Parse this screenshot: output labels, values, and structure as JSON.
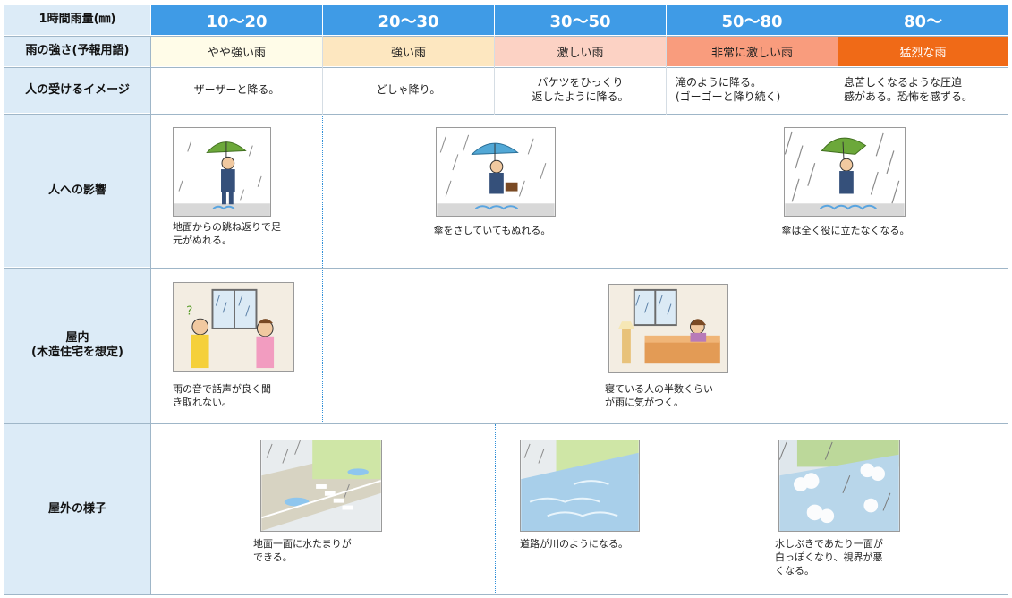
{
  "header": {
    "rainfall_label": "1時間雨量(㎜)",
    "ranges": [
      "10〜20",
      "20〜30",
      "30〜50",
      "50〜80",
      "80〜"
    ]
  },
  "rows": {
    "intensity_label": "雨の強さ(予報用語)",
    "intensity": [
      "やや強い雨",
      "強い雨",
      "激しい雨",
      "非常に激しい雨",
      "猛烈な雨"
    ],
    "image_label": "人の受けるイメージ",
    "images": [
      "ザーザーと降る。",
      "どしゃ降り。",
      "バケツをひっくり\n返したように降る。",
      "滝のように降る。\n(ゴーゴーと降り続く)",
      "息苦しくなるような圧迫\n感がある。恐怖を感ずる。"
    ],
    "people_label": "人への影響",
    "indoor_label": "屋内\n(木造住宅を想定)",
    "outdoor_label": "屋外の様子"
  },
  "captions": {
    "people_1": "地面からの跳ね返りで足\n元がぬれる。",
    "people_2": "傘をさしていてもぬれる。",
    "people_3": "傘は全く役に立たなくなる。",
    "indoor_1": "雨の音で話声が良く聞\nき取れない。",
    "indoor_2": "寝ている人の半数くらい\nが雨に気がつく。",
    "outdoor_1": "地面一面に水たまりが\nできる。",
    "outdoor_2": "道路が川のようになる。",
    "outdoor_3": "水しぶきであたり一面が\n白っぽくなり、視界が悪\nくなる。"
  },
  "colors": {
    "header_blue": "#3f9be6",
    "label_bg": "#dcebf7",
    "intensity_bg": [
      "#fffce8",
      "#fde7c0",
      "#fcd2c4",
      "#f99c7d",
      "#f06a17"
    ]
  }
}
